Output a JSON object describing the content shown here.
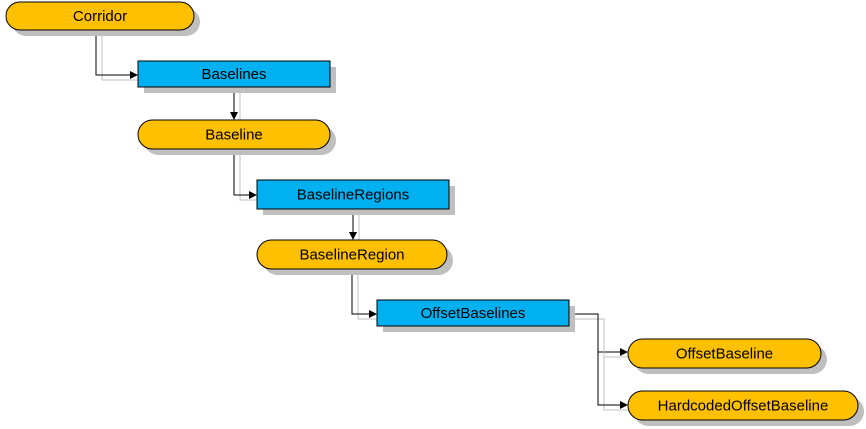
{
  "colors": {
    "object": "#ffc000",
    "collection": "#00b0f0",
    "border": "#000000",
    "shadow": "#bfbfbf",
    "connector": "#000000",
    "connector_shadow": "#c0c0c0"
  },
  "nodes": [
    {
      "id": "corridor",
      "label": "Corridor",
      "kind": "object"
    },
    {
      "id": "baselines",
      "label": "Baselines",
      "kind": "collection"
    },
    {
      "id": "baseline",
      "label": "Baseline",
      "kind": "object"
    },
    {
      "id": "baselineregions",
      "label": "BaselineRegions",
      "kind": "collection"
    },
    {
      "id": "baselineregion",
      "label": "BaselineRegion",
      "kind": "object"
    },
    {
      "id": "offsetbaselines",
      "label": "OffsetBaselines",
      "kind": "collection"
    },
    {
      "id": "offsetbaseline",
      "label": "OffsetBaseline",
      "kind": "object"
    },
    {
      "id": "hardcodedoffsetbaseline",
      "label": "HardcodedOffsetBaseline",
      "kind": "object"
    }
  ],
  "edges": [
    {
      "from": "corridor",
      "to": "baselines"
    },
    {
      "from": "baselines",
      "to": "baseline"
    },
    {
      "from": "baseline",
      "to": "baselineregions"
    },
    {
      "from": "baselineregions",
      "to": "baselineregion"
    },
    {
      "from": "baselineregion",
      "to": "offsetbaselines"
    },
    {
      "from": "offsetbaselines",
      "to": "offsetbaseline"
    },
    {
      "from": "offsetbaselines",
      "to": "hardcodedoffsetbaseline"
    }
  ]
}
